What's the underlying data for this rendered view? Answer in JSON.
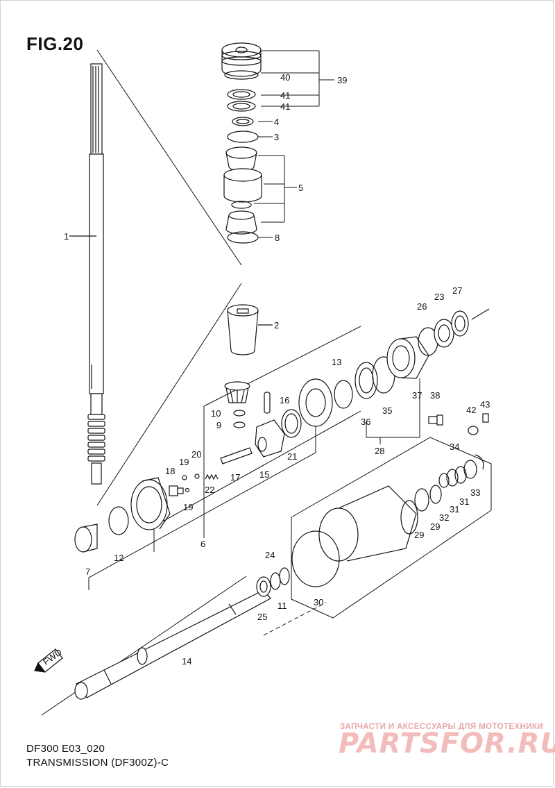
{
  "figure": {
    "title": "FIG.20",
    "model_code": "DF300 E03_020",
    "subtitle": "TRANSMISSION (DF300Z)-C"
  },
  "parts": [
    {
      "id": "p1",
      "label": "1"
    },
    {
      "id": "p2",
      "label": "2"
    },
    {
      "id": "p3",
      "label": "3"
    },
    {
      "id": "p4",
      "label": "4"
    },
    {
      "id": "p5",
      "label": "5"
    },
    {
      "id": "p6",
      "label": "6"
    },
    {
      "id": "p7",
      "label": "7"
    },
    {
      "id": "p8",
      "label": "8"
    },
    {
      "id": "p9",
      "label": "9"
    },
    {
      "id": "p10",
      "label": "10"
    },
    {
      "id": "p11",
      "label": "11"
    },
    {
      "id": "p12",
      "label": "12"
    },
    {
      "id": "p13",
      "label": "13"
    },
    {
      "id": "p14",
      "label": "14"
    },
    {
      "id": "p15",
      "label": "15"
    },
    {
      "id": "p16",
      "label": "16"
    },
    {
      "id": "p17",
      "label": "17"
    },
    {
      "id": "p18",
      "label": "18"
    },
    {
      "id": "p19a",
      "label": "19"
    },
    {
      "id": "p19b",
      "label": "19"
    },
    {
      "id": "p20",
      "label": "20"
    },
    {
      "id": "p21",
      "label": "21"
    },
    {
      "id": "p22",
      "label": "22"
    },
    {
      "id": "p23",
      "label": "23"
    },
    {
      "id": "p24",
      "label": "24"
    },
    {
      "id": "p25",
      "label": "25"
    },
    {
      "id": "p26",
      "label": "26"
    },
    {
      "id": "p27",
      "label": "27"
    },
    {
      "id": "p28",
      "label": "28"
    },
    {
      "id": "p29a",
      "label": "29"
    },
    {
      "id": "p29b",
      "label": "29"
    },
    {
      "id": "p30",
      "label": "30"
    },
    {
      "id": "p31a",
      "label": "31"
    },
    {
      "id": "p31b",
      "label": "31"
    },
    {
      "id": "p32",
      "label": "32"
    },
    {
      "id": "p33",
      "label": "33"
    },
    {
      "id": "p34",
      "label": "34"
    },
    {
      "id": "p35",
      "label": "35"
    },
    {
      "id": "p36",
      "label": "36"
    },
    {
      "id": "p37",
      "label": "37"
    },
    {
      "id": "p38",
      "label": "38"
    },
    {
      "id": "p39",
      "label": "39"
    },
    {
      "id": "p40",
      "label": "40"
    },
    {
      "id": "p41a",
      "label": "41"
    },
    {
      "id": "p41b",
      "label": "41"
    },
    {
      "id": "p42",
      "label": "42"
    },
    {
      "id": "p43",
      "label": "43"
    }
  ],
  "direction_marker": {
    "label": "FWD",
    "icon": "fwd-arrow-icon"
  },
  "watermark": {
    "tagline": "ЗАПЧАСТИ И АКСЕССУАРЫ ДЛЯ МОТОТЕХНИКИ",
    "logo": "PARTSFOR.RU",
    "color": "#f3bcbc"
  }
}
